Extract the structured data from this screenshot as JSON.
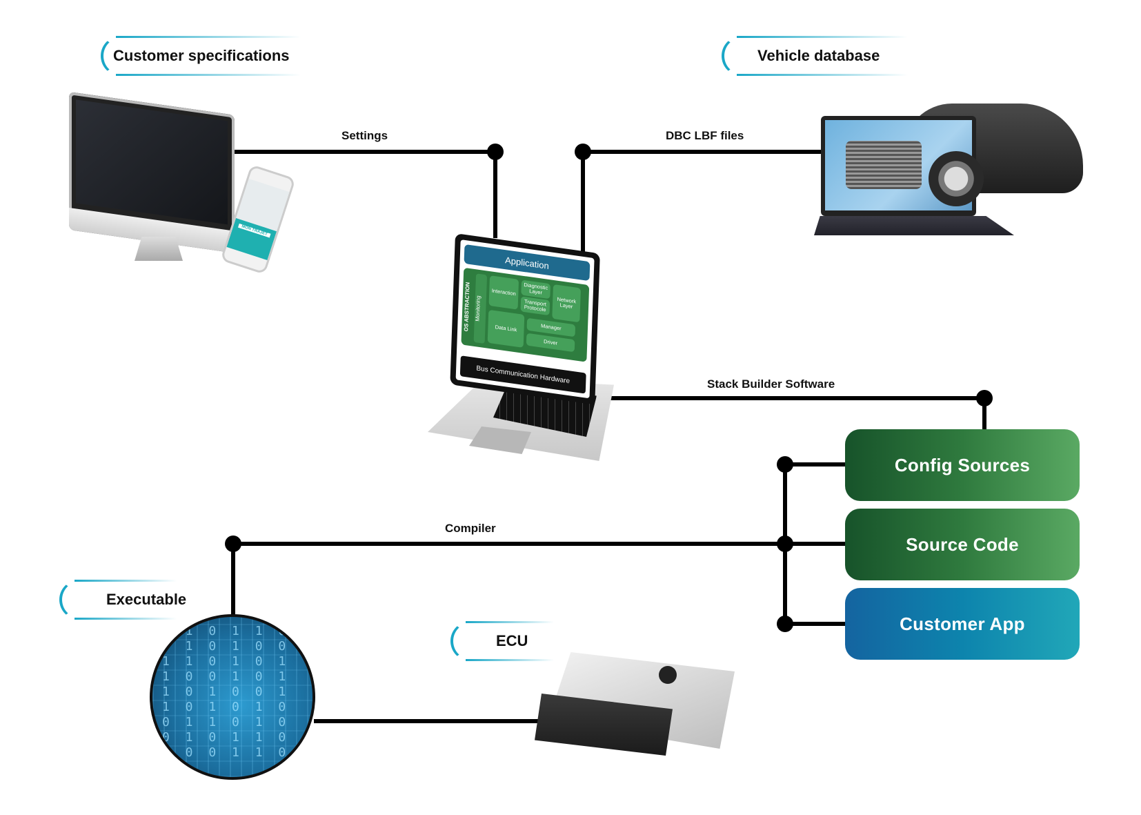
{
  "diagram": {
    "sections": {
      "customer_specifications": "Customer specifications",
      "vehicle_database": "Vehicle database",
      "executable": "Executable",
      "ecu": "ECU"
    },
    "edges": {
      "settings": "Settings",
      "dbc_lbf_files": "DBC LBF files",
      "stack_builder_software": "Stack Builder Software",
      "compiler": "Compiler"
    },
    "outputs": [
      {
        "label": "Config Sources",
        "style": "green"
      },
      {
        "label": "Source Code",
        "style": "green"
      },
      {
        "label": "Customer App",
        "style": "blue"
      }
    ],
    "stack_screen": {
      "application": "Application",
      "os_abstraction": "OS ABSTRACTION",
      "monitoring": "Monitoring",
      "interaction": "Interaction",
      "diagnostic_layer": "Diagnostic Layer",
      "transport_protocol": "Transport Protocole",
      "network_layer": "Network Layer",
      "data_link": "Data Link",
      "manager": "Manager",
      "driver": "Driver",
      "bus_hardware": "Bus Communication Hardware"
    },
    "phone_screen": {
      "title": "MON TRAJET"
    },
    "executable_bits": "0 1 0 1 1 0 0 1 0 1 0 0 1 1 0 1 0 1 1 0 0 1 0 1 1 0 1 0 0 1 1 0 1 0 1 0 0 1 1 0 1 0 0 1 0 1 1 0 1 0 0 1 1 0 1",
    "colors": {
      "accent_cyan": "#1aa7c7",
      "box_green_dark": "#17532a",
      "box_green_light": "#5aa963",
      "box_blue_dark": "#1464a0",
      "box_blue_light": "#21a7b8",
      "wire": "#000000"
    }
  }
}
